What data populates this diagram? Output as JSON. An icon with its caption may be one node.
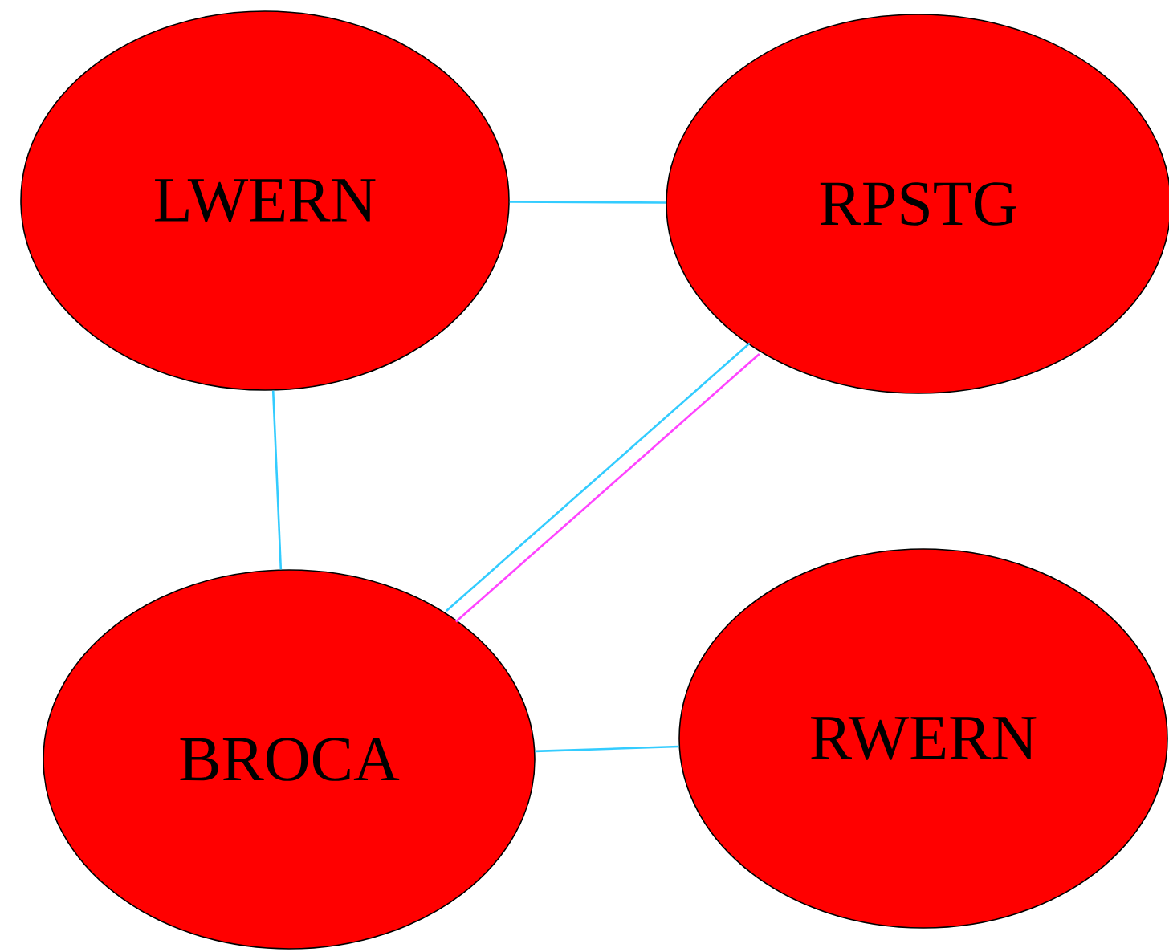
{
  "diagram": {
    "nodes": [
      {
        "text": [
          "LWERN"
        ]
      },
      {
        "text": [
          "RPSTG"
        ]
      },
      {
        "text": [
          "BROCA"
        ]
      },
      {
        "text": [
          "RWERN"
        ]
      }
    ],
    "edges": [
      {
        "from": 0,
        "to": 1,
        "arrow": "none"
      },
      {
        "from": 0,
        "to": 2,
        "arrow": "none"
      },
      {
        "from": 1,
        "to": 2,
        "arrow": "none",
        "color": "#ff44ff"
      },
      {
        "from": 1,
        "to": 2,
        "arrow": "none"
      },
      {
        "from": 2,
        "to": 3,
        "arrow": "none"
      }
    ]
  }
}
